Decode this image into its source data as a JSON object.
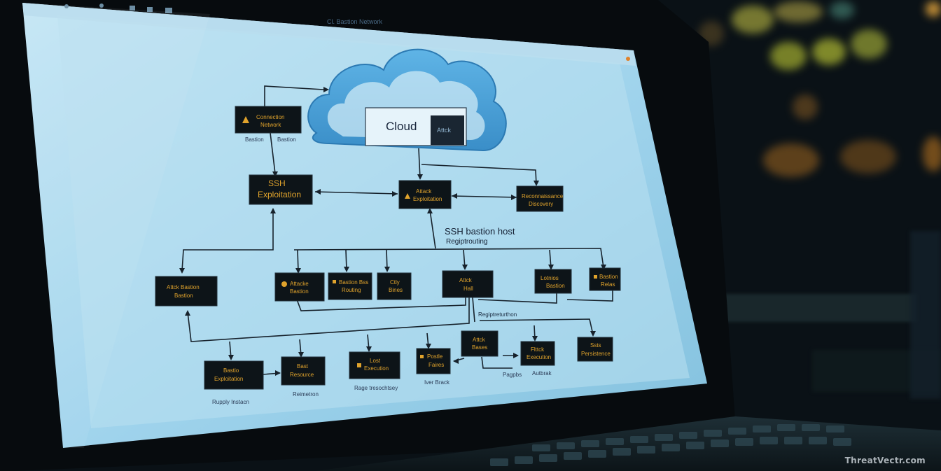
{
  "screen": {
    "window_title": "Cl. Bastion Network",
    "cloud": {
      "label": "Cloud",
      "tag": "Attck"
    }
  },
  "diagram": {
    "top_left_node": {
      "lines": [
        "Connection",
        "Network"
      ]
    },
    "top_left_captions": [
      "Bastion",
      "Bastion"
    ],
    "ssh_node": {
      "lines": [
        "SSH",
        "Exploitation"
      ]
    },
    "attack_center_node": {
      "lines": [
        "Attack",
        "Exploitation"
      ]
    },
    "right_node": {
      "lines": [
        "Reconnaissance",
        "Discovery"
      ]
    },
    "bastion_label": {
      "title": "SSH bastion host",
      "subtitle": "Regiptrouting"
    },
    "left_mid_node": {
      "lines": [
        "Attck Bastion",
        "Bastion"
      ]
    },
    "row2_nodes": [
      {
        "lines": [
          "Attacke",
          "Bastion"
        ]
      },
      {
        "lines": [
          "Bastion Bss",
          "Routing"
        ]
      },
      {
        "lines": [
          "Ctly",
          "Bines"
        ]
      },
      {
        "lines": [
          "Attck",
          "Hall"
        ]
      },
      {
        "lines": [
          "Lotnios",
          "Bastion"
        ]
      },
      {
        "lines": [
          "Bastion",
          "Relas"
        ]
      }
    ],
    "mid_caption": "Regiptreturthon",
    "row3_nodes": [
      {
        "lines": [
          "Bastio",
          "Exploitation"
        ]
      },
      {
        "lines": [
          "Bast",
          "Resource"
        ]
      },
      {
        "lines": [
          "Lost",
          "Execution"
        ]
      },
      {
        "lines": [
          "Postle",
          "Faires"
        ]
      },
      {
        "lines": [
          "Attck",
          "Bases"
        ]
      },
      {
        "lines": [
          "Flttck",
          "Execution"
        ]
      },
      {
        "lines": [
          "Ssts",
          "Persistence"
        ]
      }
    ],
    "bottom_captions": [
      "Rupply Instacn",
      "Reimetron",
      "Rage tresochtsey",
      "Iver Brack",
      "Pagpbs",
      "Autbrak"
    ]
  },
  "watermark": "ThreatVectr.com"
}
